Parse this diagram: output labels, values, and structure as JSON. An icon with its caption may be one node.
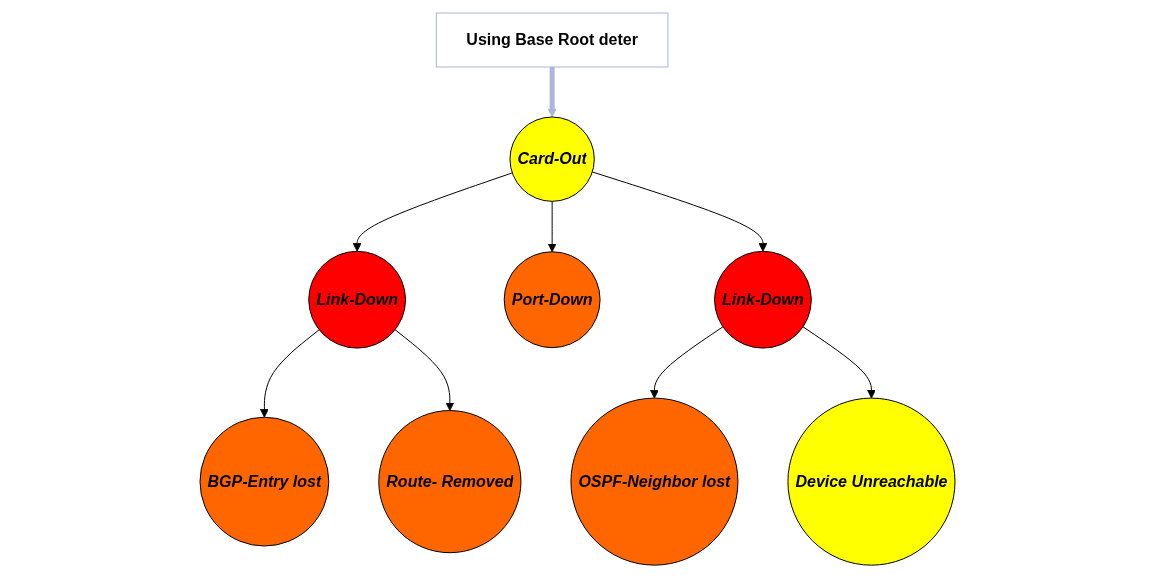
{
  "diagram": {
    "nodes": [
      {
        "text": [
          "Card-Out"
        ]
      },
      {
        "text": [
          "Link-Down"
        ]
      },
      {
        "text": [
          "Port-Down"
        ]
      },
      {
        "text": [
          "Link-Down"
        ]
      },
      {
        "text": [
          "BGP-Entry lost"
        ]
      },
      {
        "text": [
          "Route- Removed"
        ]
      },
      {
        "text": [
          "OSPF-Neighbor lost"
        ]
      },
      {
        "text": [
          "Device Unreachable"
        ]
      },
      {
        "text": [
          "Using Base Root deter"
        ]
      }
    ],
    "edges": [
      {
        "from": 0,
        "to": 1,
        "arrow": "to"
      },
      {
        "from": 0,
        "to": 2,
        "arrow": "to"
      },
      {
        "from": 0,
        "to": 3,
        "arrow": "to"
      },
      {
        "from": 1,
        "to": 4,
        "arrow": "to"
      },
      {
        "from": 1,
        "to": 5,
        "arrow": "to"
      },
      {
        "from": 3,
        "to": 6,
        "arrow": "to"
      },
      {
        "from": 3,
        "to": 7,
        "arrow": "to"
      },
      {
        "from": 8,
        "to": 0,
        "arrow": "to",
        "style": "thick",
        "color": "#a9b5d9"
      }
    ]
  }
}
